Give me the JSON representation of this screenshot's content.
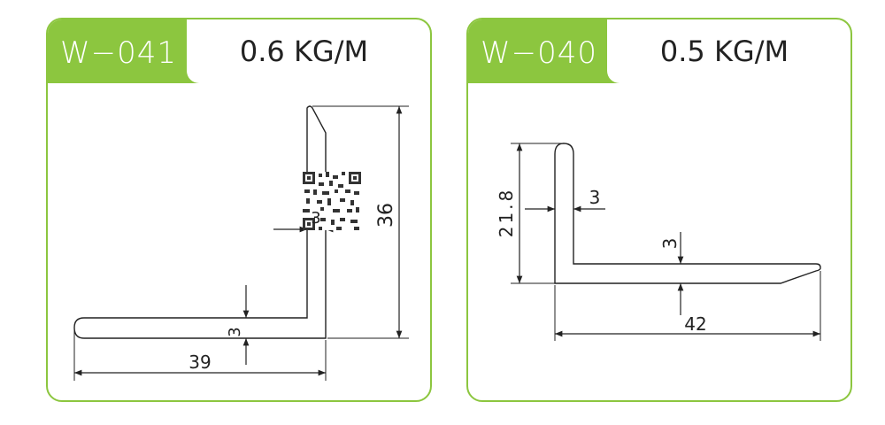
{
  "profiles": [
    {
      "code": "W−041",
      "weight": "0.6 KG/M",
      "dims": {
        "height": "36",
        "thickness_vertical": "3",
        "thickness_horizontal": "3",
        "width": "39"
      }
    },
    {
      "code": "W−040",
      "weight": "0.5 KG/M",
      "dims": {
        "height": "21.8",
        "thickness_vertical": "3",
        "thickness_horizontal": "3",
        "width": "42"
      }
    }
  ],
  "colors": {
    "accent": "#8cc63f",
    "line": "#222222"
  },
  "qr_icon": "qr-code-icon"
}
